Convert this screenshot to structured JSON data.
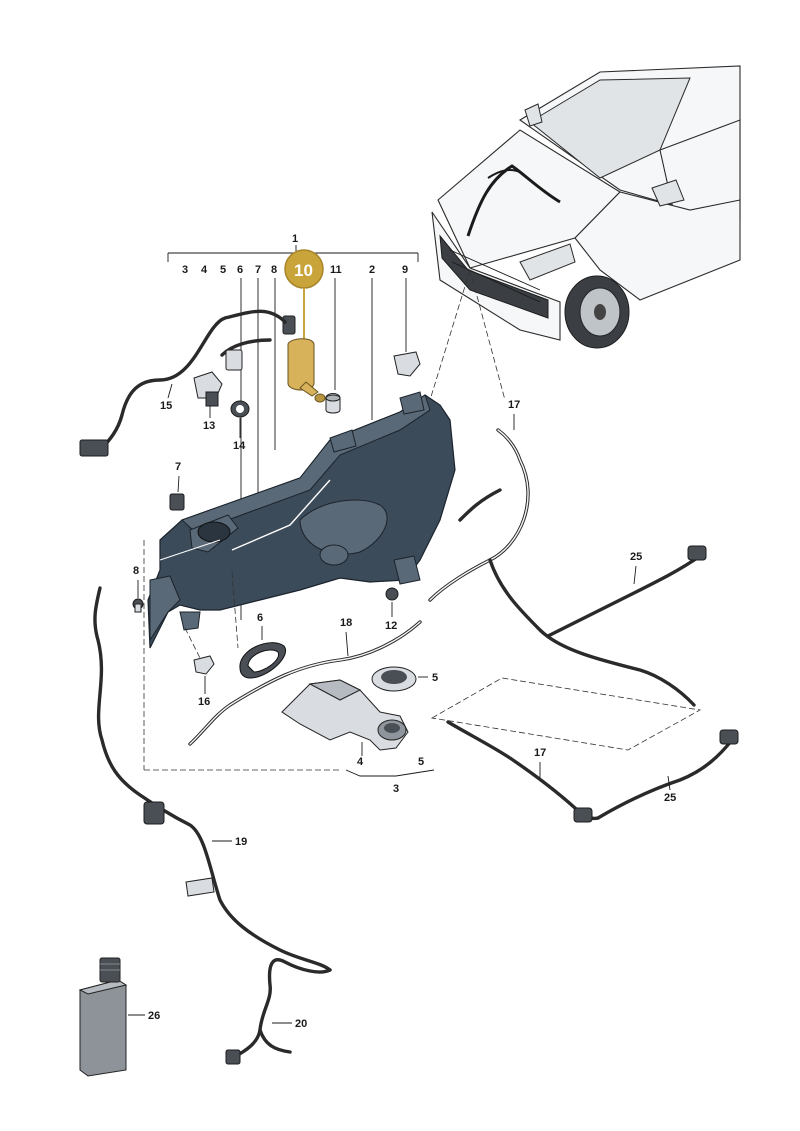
{
  "diagram": {
    "highlight": {
      "label": "10",
      "color": "#c9a43a"
    },
    "callouts": {
      "n1": "1",
      "n2": "2",
      "n3": "3",
      "n3b": "3",
      "n4": "4",
      "n4b": "4",
      "n5": "5",
      "n5b": "5",
      "n5c": "5",
      "n6": "6",
      "n6b": "6",
      "n7": "7",
      "n7b": "7",
      "n8": "8",
      "n8b": "8",
      "n9": "9",
      "n11": "11",
      "n12": "12",
      "n13": "13",
      "n14": "14",
      "n15": "15",
      "n16": "16",
      "n17": "17",
      "n17b": "17",
      "n18": "18",
      "n19": "19",
      "n20": "20",
      "n25": "25",
      "n25b": "25",
      "n26": "26"
    },
    "colors": {
      "tank": "#3c4b5a",
      "part": "#d9dde1",
      "pump": "#d8b25a",
      "line": "#1a1a1a"
    }
  }
}
